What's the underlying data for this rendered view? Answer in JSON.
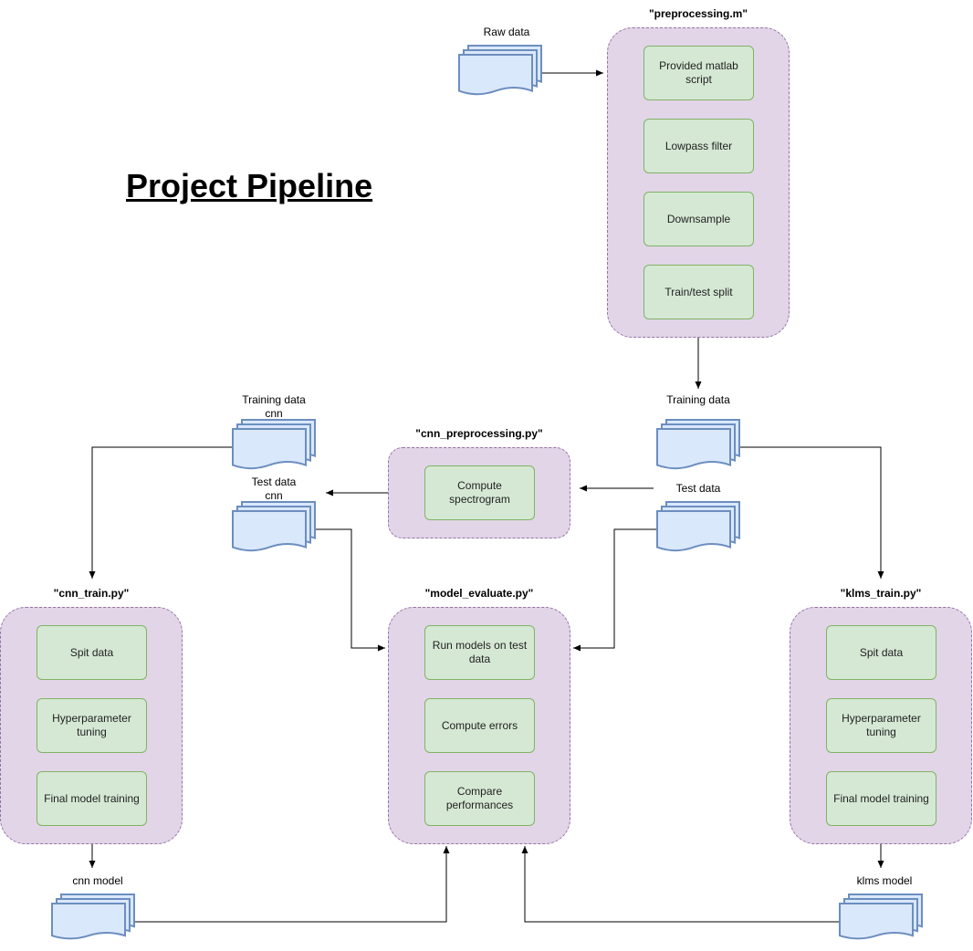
{
  "title": "Project Pipeline",
  "colors": {
    "container_fill": "#e1d5e7",
    "container_stroke": "#9673a6",
    "step_fill": "#d5e8d4",
    "step_stroke": "#82b366",
    "doc_fill": "#dae8fc",
    "doc_stroke": "#6c8ebf"
  },
  "containers": {
    "preprocessing": {
      "name": "\"preprocessing.m\"",
      "steps": [
        "Provided matlab script",
        "Lowpass filter",
        "Downsample",
        "Train/test split"
      ]
    },
    "cnn_preprocessing": {
      "name": "\"cnn_preprocessing.py\"",
      "steps": [
        "Compute spectrogram"
      ]
    },
    "cnn_train": {
      "name": "\"cnn_train.py\"",
      "steps": [
        "Spit data",
        "Hyperparameter tuning",
        "Final model training"
      ]
    },
    "model_evaluate": {
      "name": "\"model_evaluate.py\"",
      "steps": [
        "Run models on test data",
        "Compute errors",
        "Compare performances"
      ]
    },
    "klms_train": {
      "name": "\"klms_train.py\"",
      "steps": [
        "Spit data",
        "Hyperparameter tuning",
        "Final model training"
      ]
    }
  },
  "documents": {
    "raw_data": "Raw data",
    "training_data": "Training data",
    "test_data": "Test data",
    "training_data_cnn": "Training data cnn",
    "test_data_cnn": "Test data cnn",
    "cnn_model": "cnn model",
    "klms_model": "klms model"
  }
}
